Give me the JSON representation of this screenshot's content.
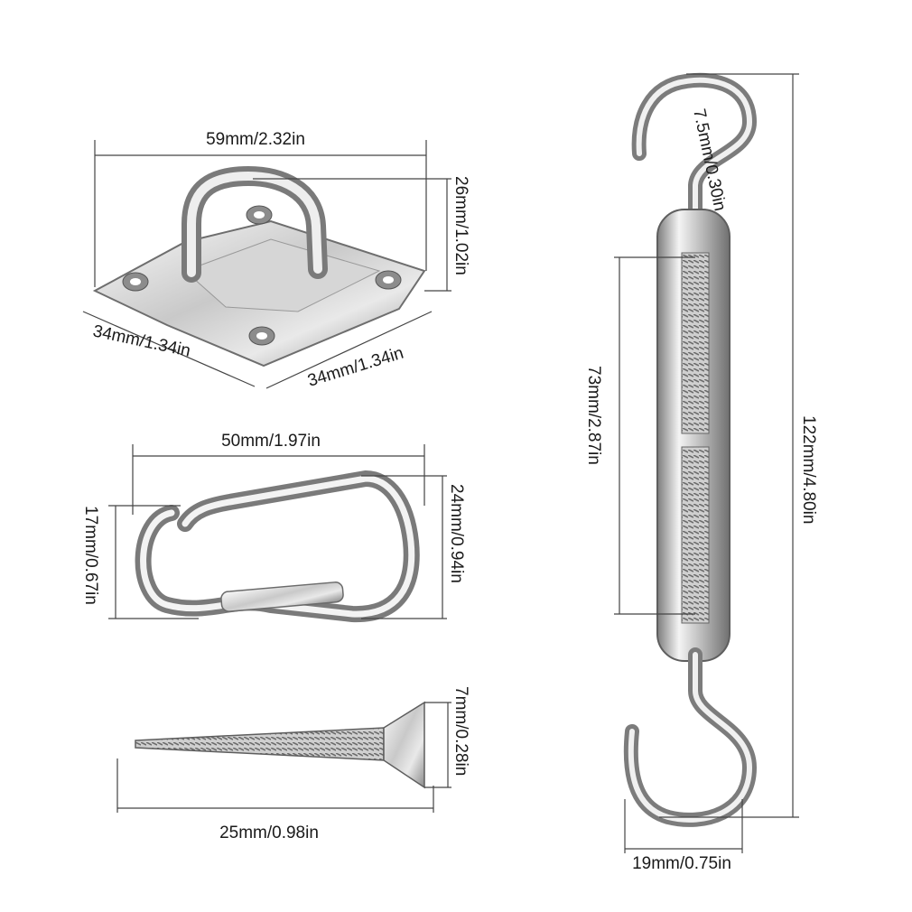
{
  "dimensions": {
    "pad_eye_width": "59mm/2.32in",
    "pad_eye_height": "26mm/1.02in",
    "pad_eye_left_edge": "34mm/1.34in",
    "pad_eye_right_edge": "34mm/1.34in",
    "carabiner_width": "50mm/1.97in",
    "carabiner_height_inner": "17mm/0.67in",
    "carabiner_height_outer": "24mm/0.94in",
    "screw_head": "7mm/0.28in",
    "screw_length": "25mm/0.98in",
    "turnbuckle_hook_gap": "7.5mm/0.30in",
    "turnbuckle_body": "73mm/2.87in",
    "turnbuckle_total": "122mm/4.80in",
    "turnbuckle_width": "19mm/0.75in"
  },
  "colors": {
    "metal_light": "#f2f2f2",
    "metal_mid": "#bdbdbd",
    "metal_dark": "#6e6e6e",
    "line": "#444444"
  }
}
